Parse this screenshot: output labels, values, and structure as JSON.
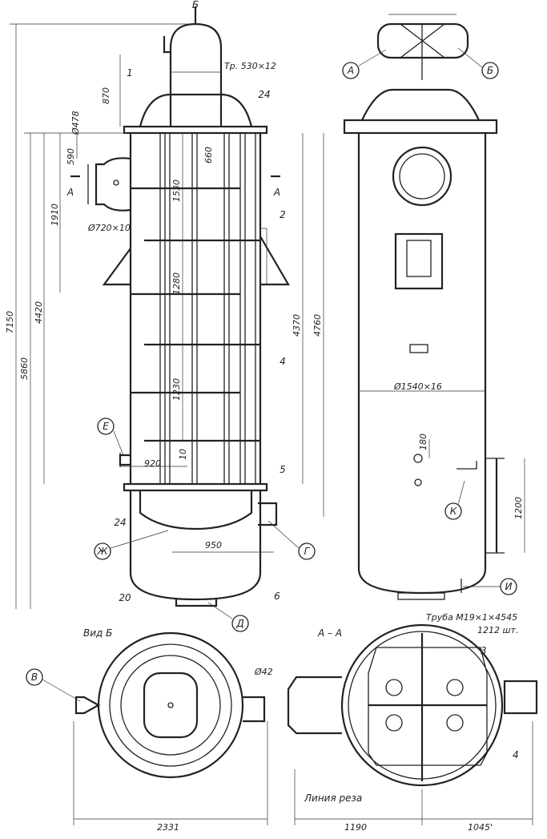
{
  "labels": {
    "A": "А",
    "B": "Б",
    "V": "В",
    "G": "Г",
    "D": "Д",
    "E": "Е",
    "Zh": "Ж",
    "I": "И",
    "K": "К",
    "n1": "1",
    "n2": "2",
    "n3": "3",
    "n4": "4",
    "n5": "5",
    "n6": "6",
    "n20": "20",
    "n24": "24"
  },
  "dims": {
    "top_pipe": "Тр. 530×12",
    "d478": "Ø478",
    "d720": "Ø720×10",
    "d1540": "Ø1540×16",
    "d42": "Ø42",
    "pipe_tubes": "Труба М19×1×4545",
    "tubes_count": "1212 шт.",
    "v870": "870",
    "v590": "590",
    "v660": "660",
    "v1530": "1530",
    "v1280": "1280",
    "v1230": "1230",
    "v1910": "1910",
    "v4420": "4420",
    "v5860": "5860",
    "v7150": "7150",
    "v4370": "4370",
    "v4760": "4760",
    "v920": "920",
    "v10": "10",
    "v950": "950",
    "v180": "180",
    "v1200": "1200",
    "h2331": "2331",
    "h1190": "1190",
    "h1045": "1045'"
  },
  "views": {
    "view_b": "Вид Б",
    "section_aa": "А – А",
    "cut_line": "Линия реза"
  }
}
